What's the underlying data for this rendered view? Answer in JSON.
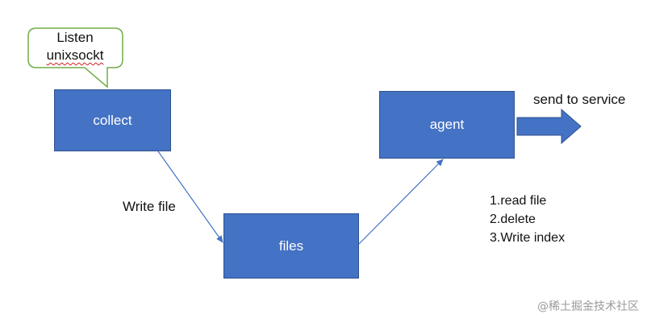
{
  "nodes": {
    "collect": "collect",
    "files": "files",
    "agent": "agent"
  },
  "callout": {
    "line1": "Listen",
    "line2": "unixsockt"
  },
  "edge_labels": {
    "write_file": "Write file",
    "send_to_service": "send to service"
  },
  "steps": [
    "1.read file",
    "2.delete",
    "3.Write index"
  ],
  "watermark": "@稀土掘金技术社区",
  "colors": {
    "box_fill": "#4472c4",
    "box_border": "#2f528f",
    "callout_border": "#70ad47",
    "connector": "#4472c4"
  }
}
